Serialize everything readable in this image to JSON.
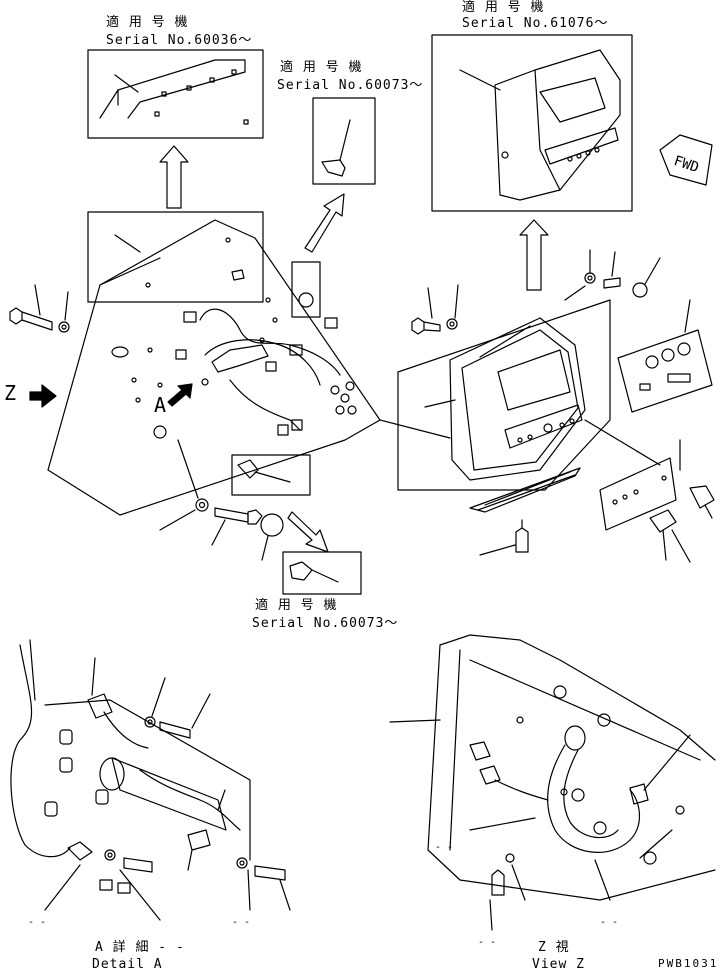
{
  "labels": {
    "callout_60036_jp": "適 用 号 機",
    "callout_60036_serial": "Serial No.60036～",
    "callout_60073a_jp": "適 用 号 機",
    "callout_60073a_serial": "Serial No.60073～",
    "callout_61076_jp": "適 用 号 機",
    "callout_61076_serial": "Serial No.61076～",
    "callout_60073b_jp": "適 用 号 機",
    "callout_60073b_serial": "Serial No.60073～",
    "fwd_arrow": "FWD",
    "view_z_marker": "Z",
    "detail_a_marker": "A",
    "detail_a_jp": "A 詳 細 - -",
    "detail_a_en": "Detail A",
    "view_z_jp": "Z 視",
    "view_z_en": "View Z",
    "drawing_code": "PWB1031"
  }
}
